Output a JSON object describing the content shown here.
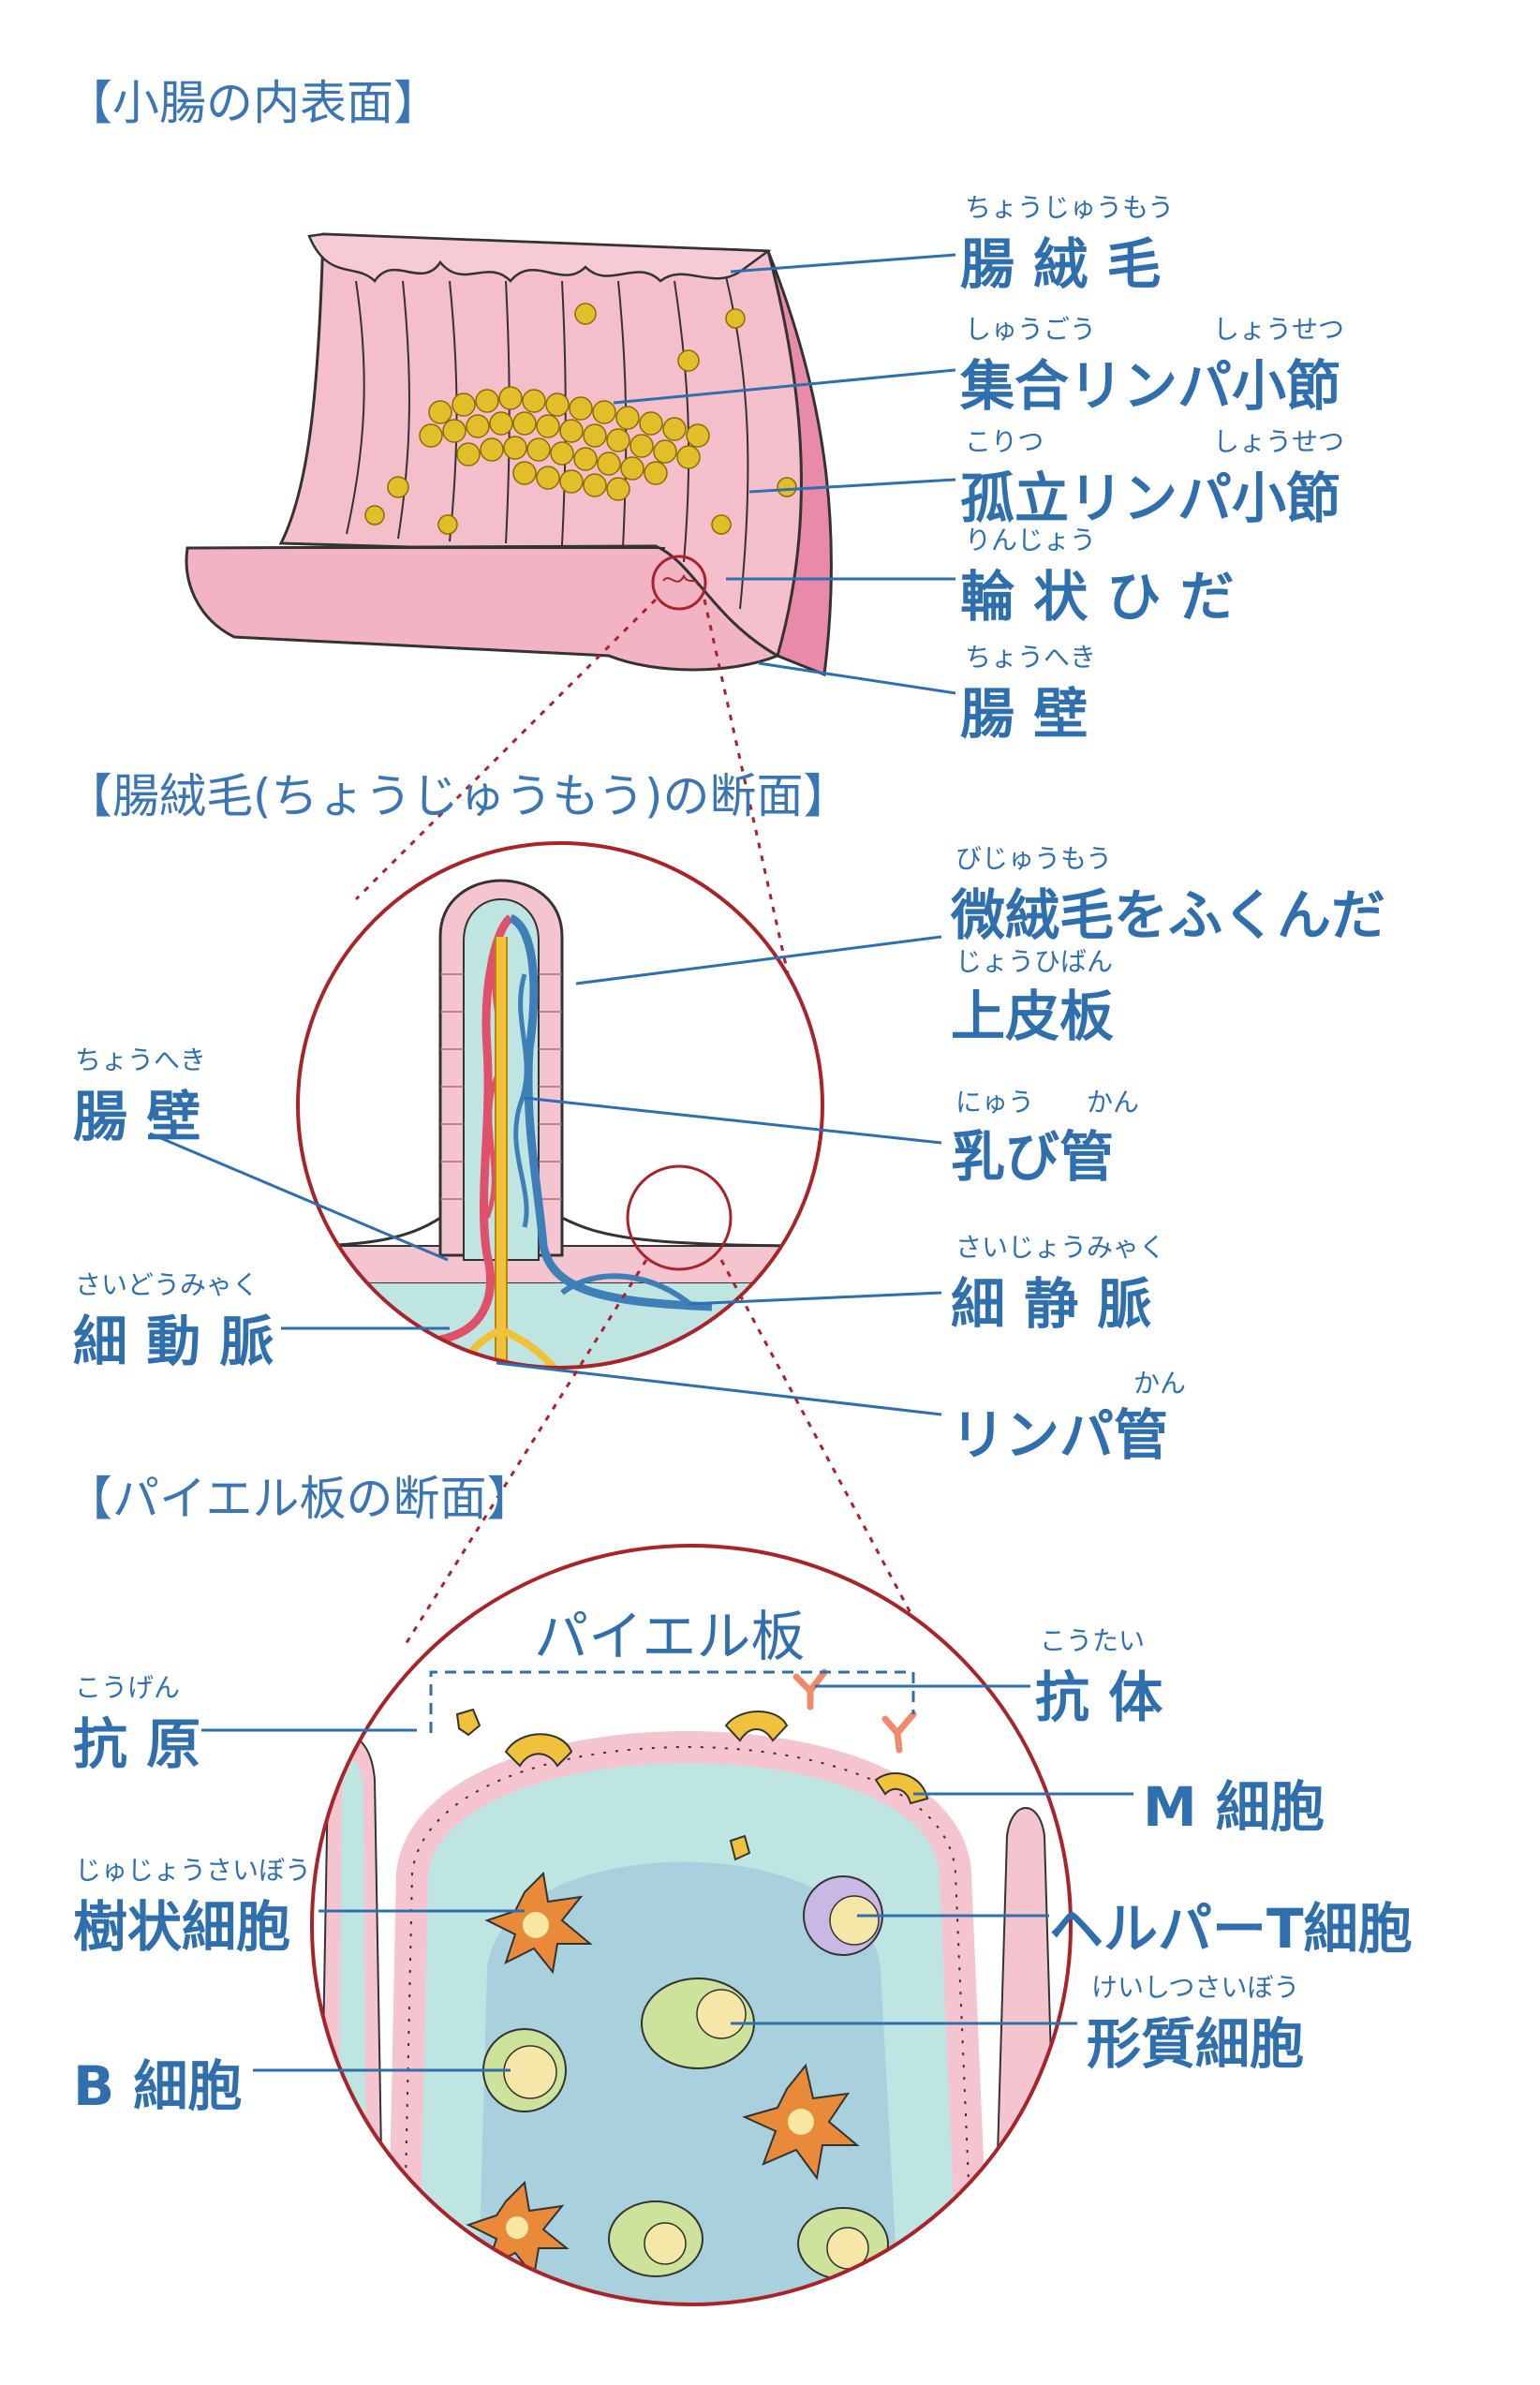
{
  "sections": {
    "s1_title": "【小腸の内表面】",
    "s2_title": "【腸絨毛(ちょうじゅうもう)の断面】",
    "s3_title": "【パイエル板の断面】"
  },
  "s1_labels": [
    {
      "text": "腸 絨 毛",
      "ruby": [
        "ちょうじゅうもう"
      ]
    },
    {
      "text": "集合リンパ小節",
      "ruby": [
        "しゅうごう",
        "しょうせつ"
      ]
    },
    {
      "text": "孤立リンパ小節",
      "ruby": [
        "こりつ",
        "しょうせつ"
      ]
    },
    {
      "text": "輪 状 ひ だ",
      "ruby": [
        "りんじょう"
      ]
    },
    {
      "text": "腸 壁",
      "ruby": [
        "ちょうへき"
      ]
    }
  ],
  "s2_labels": {
    "wall": {
      "text": "腸 壁",
      "ruby": "ちょうへき"
    },
    "artery": {
      "text": "細 動 脈",
      "ruby": "さいどうみゃく"
    },
    "epi_line1": {
      "text": "微絨毛をふくんだ",
      "ruby": "びじゅうもう"
    },
    "epi_line2": {
      "text": "上皮板",
      "ruby": "じょうひばん"
    },
    "lacteal": {
      "text": "乳び管",
      "ruby": [
        "にゅう",
        "かん"
      ]
    },
    "vein": {
      "text": "細 静 脈",
      "ruby": "さいじょうみゃく"
    },
    "lymph": {
      "text": "リンパ管",
      "ruby": "かん"
    }
  },
  "s3_labels": {
    "peyer": "パイエル板",
    "antibody": {
      "text": "抗 体",
      "ruby": "こうたい"
    },
    "antigen": {
      "text": "抗 原",
      "ruby": "こうげん"
    },
    "mcell": {
      "text": "M 細胞"
    },
    "dendritic": {
      "text": "樹状細胞",
      "ruby": "じゅじょうさいぼう"
    },
    "helper": {
      "text": "ヘルパーT細胞"
    },
    "plasma": {
      "text": "形質細胞",
      "ruby": "けいしつさいぼう"
    },
    "bcell": {
      "text": "B 細胞"
    }
  },
  "colors": {
    "label_blue": "#2f6fae",
    "wall_pink": "#f2b8c4",
    "wall_dark": "#e27a9a",
    "nodule_yellow": "#e2bf2a",
    "circle_red": "#a8232a",
    "tissue_teal": "#bfe5e3",
    "artery_red": "#e0506a",
    "vein_blue": "#3f7fb8",
    "lymph_yellow": "#f0c23c"
  }
}
